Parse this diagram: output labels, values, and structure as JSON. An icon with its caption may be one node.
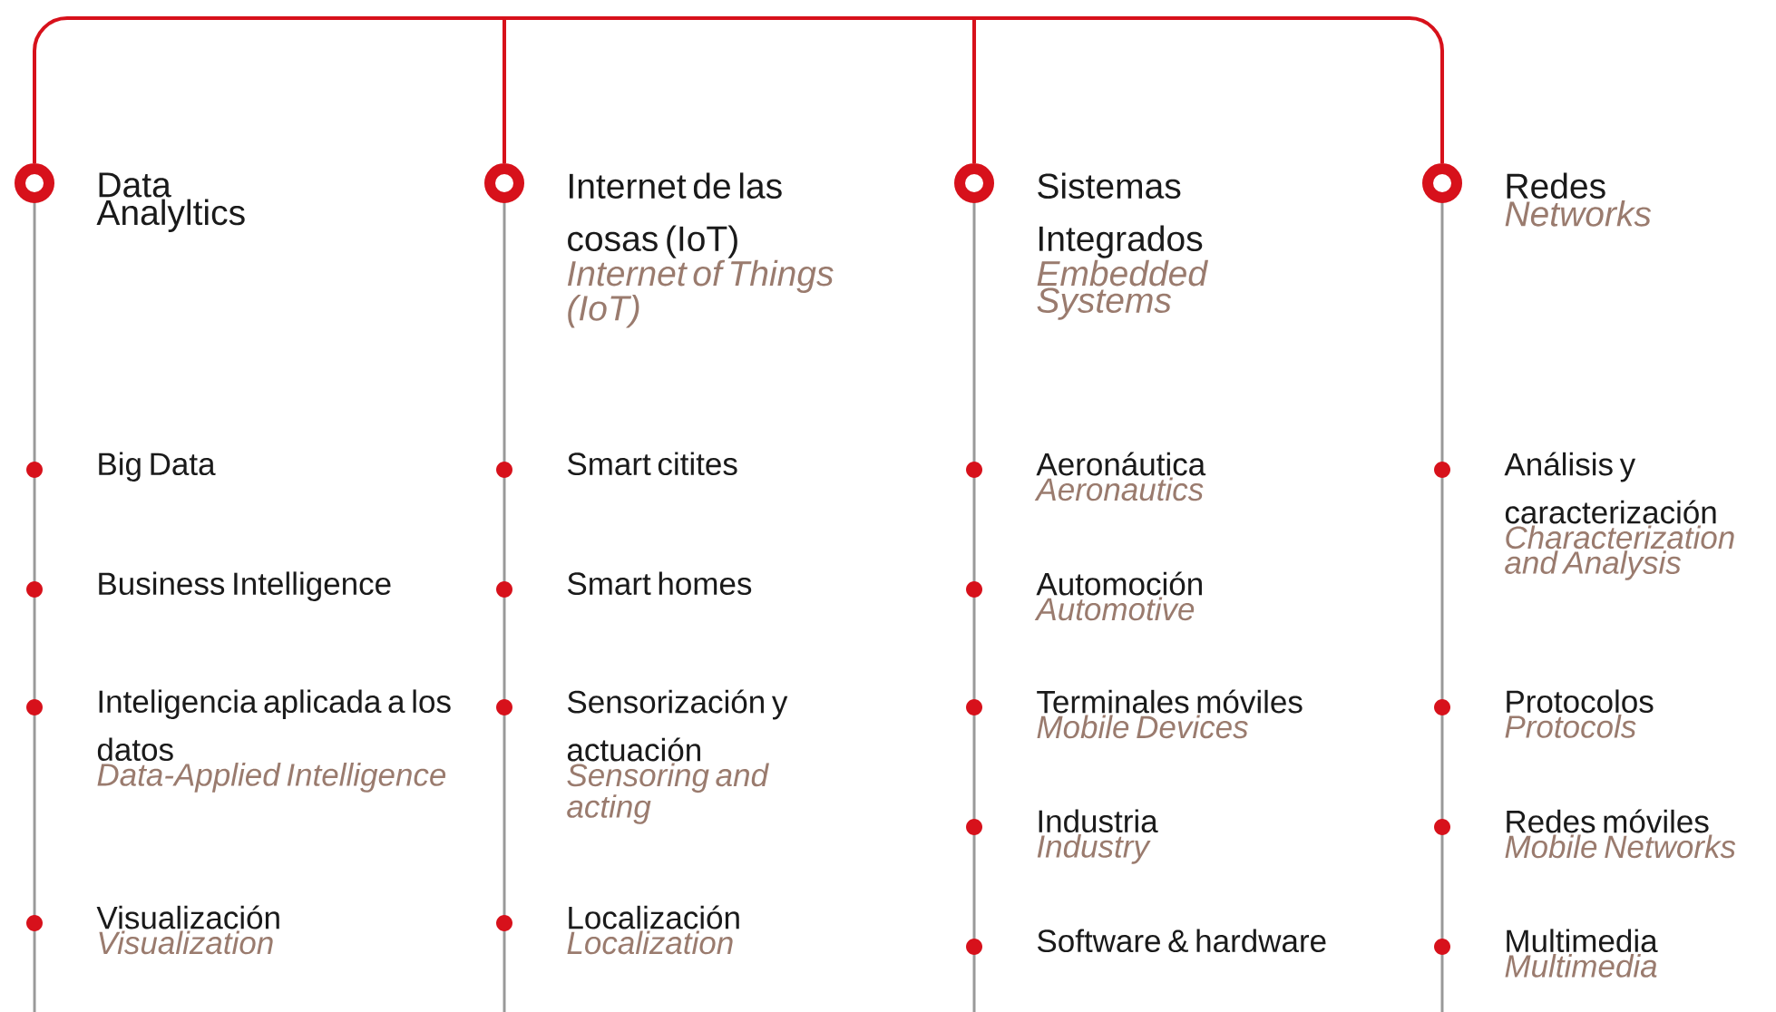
{
  "diagram": {
    "nodes": [
      {
        "text": [],
        "shape": "circle"
      },
      {
        "text": [
          "Data Analyltics"
        ]
      },
      {
        "text": [
          "Big Data"
        ]
      },
      {
        "text": [
          "Business Intelligence"
        ]
      },
      {
        "text": [
          "Inteligencia aplicada a los datos",
          "Data-Applied Intelligence"
        ]
      },
      {
        "text": [
          "Visualización",
          "Visualization"
        ]
      },
      {
        "text": [],
        "shape": "circle"
      },
      {
        "text": [
          "Internet de las cosas (IoT)",
          "Internet of Things (IoT)"
        ]
      },
      {
        "text": [
          "Smart citites"
        ]
      },
      {
        "text": [
          "Smart homes"
        ]
      },
      {
        "text": [
          "Sensorización y actuación",
          "Sensoring and acting"
        ]
      },
      {
        "text": [
          "Localización",
          "Localization"
        ]
      },
      {
        "text": [],
        "shape": "circle"
      },
      {
        "text": [
          "Sistemas Integrados",
          "Embedded Systems"
        ]
      },
      {
        "text": [
          "Aeronáutica",
          "Aeronautics"
        ]
      },
      {
        "text": [
          "Automoción",
          "Automotive"
        ]
      },
      {
        "text": [
          "Terminales móviles",
          "Mobile Devices"
        ]
      },
      {
        "text": [
          "Industria",
          "Industry"
        ]
      },
      {
        "text": [
          "Software & hardware"
        ]
      },
      {
        "text": [],
        "shape": "circle"
      },
      {
        "text": [
          "Redes",
          "Networks"
        ]
      },
      {
        "text": [
          "Análisis y caracterización",
          "Characterization and Analysis"
        ]
      },
      {
        "text": [
          "Protocolos",
          "Protocols"
        ]
      },
      {
        "text": [
          "Redes móviles",
          "Mobile Networks"
        ]
      },
      {
        "text": [
          "Multimedia",
          "Multimedia"
        ]
      }
    ],
    "edges": [
      {
        "from": 0,
        "to": 6,
        "arrow": "none"
      },
      {
        "from": 6,
        "to": 12,
        "arrow": "none"
      },
      {
        "from": 12,
        "to": 19,
        "arrow": "none"
      }
    ]
  }
}
